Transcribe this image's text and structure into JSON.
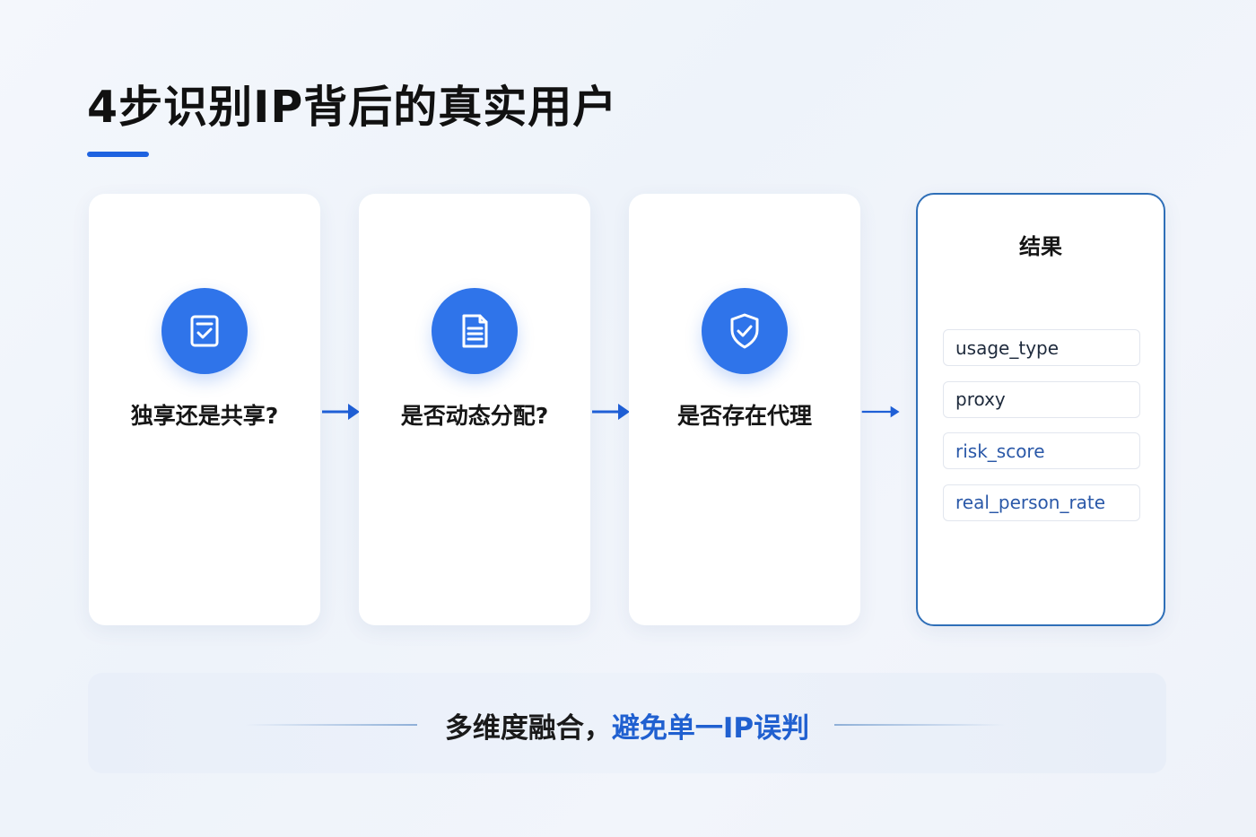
{
  "page": {
    "title": "4步识别IP背后的真实用户"
  },
  "steps": [
    {
      "label": "独享还是共享?",
      "icon": "document-check-icon"
    },
    {
      "label": "是否动态分配?",
      "icon": "document-lines-icon"
    },
    {
      "label": "是否存在代理",
      "icon": "shield-check-icon"
    }
  ],
  "result": {
    "title": "结果",
    "fields": [
      "usage_type",
      "proxy",
      "risk_score",
      "real_person_rate"
    ]
  },
  "footer": {
    "text_dark": "多维度融合，",
    "text_blue": "避免单一IP误判"
  },
  "colors": {
    "accent": "#2f74ea",
    "title_underline": "#1f63e0",
    "arrow": "#1f5fd6",
    "result_border": "#2f6fb8",
    "footer_highlight": "#2060d0"
  }
}
